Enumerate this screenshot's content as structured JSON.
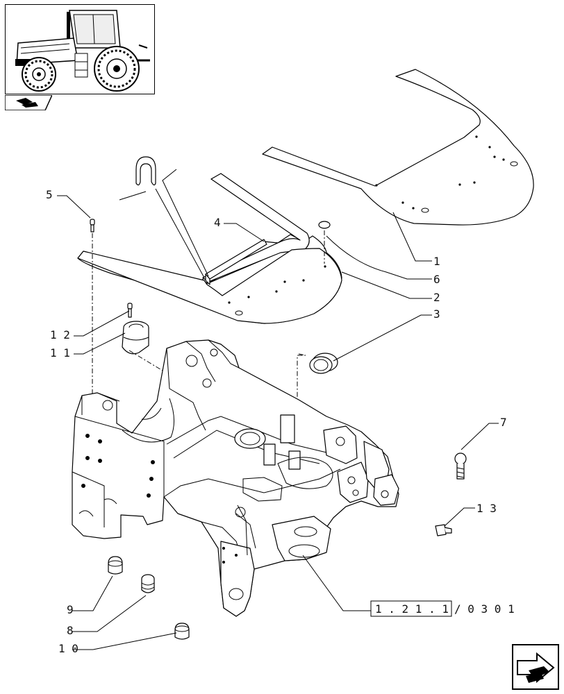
{
  "thumbnail": {
    "icon": "tractor-icon"
  },
  "tab": {
    "icon": "document-arrow-icon"
  },
  "callouts": [
    {
      "id": "1",
      "label": "1"
    },
    {
      "id": "2",
      "label": "2"
    },
    {
      "id": "3",
      "label": "3"
    },
    {
      "id": "4",
      "label": "4"
    },
    {
      "id": "5",
      "label": "5"
    },
    {
      "id": "6",
      "label": "6"
    },
    {
      "id": "7",
      "label": "7"
    },
    {
      "id": "8",
      "label": "8"
    },
    {
      "id": "9",
      "label": "9"
    },
    {
      "id": "10",
      "label": "1 0"
    },
    {
      "id": "11",
      "label": "1 1"
    },
    {
      "id": "12",
      "label": "1 2"
    },
    {
      "id": "13",
      "label": "1 3"
    }
  ],
  "reference": {
    "code": "1 . 2 1 . 1",
    "suffix": "/ 0 3   0 1"
  },
  "nav": {
    "icon": "next-page-arrow-icon"
  }
}
